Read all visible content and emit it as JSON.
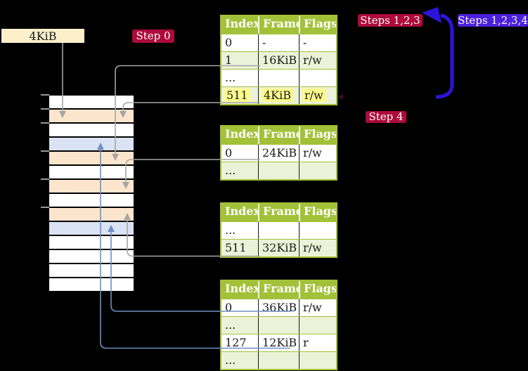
{
  "colors": {
    "background": "#000000",
    "table_green": "#a2c139",
    "row_light_green": "#ecf2d8",
    "row_white": "#ffffff",
    "highlight_yellow": "#fdfa8d",
    "memory_unused": "#ffffff",
    "memory_page_table": "#fce5cd",
    "memory_mapped_page": "#dae3f3",
    "label_cream": "#fbf0ca",
    "badge_crimson": "#ad0b3b",
    "badge_blueviolet": "#4b20dd",
    "arrow_thick_blue": "#2e13d9",
    "connector_gray": "#a6a6a6",
    "connector_blue": "#6d8fc4",
    "tick_gray": "#999999",
    "dark_tick_red": "#4a0916"
  },
  "size_label": {
    "text": "4KiB"
  },
  "badges": {
    "step0": {
      "text": "Step 0",
      "style": "crimson"
    },
    "steps123": {
      "text": "Steps 1,2,3",
      "style": "crimson"
    },
    "steps1234": {
      "text": "Steps 1,2,3,4",
      "style": "blueviolet"
    },
    "step4": {
      "text": "Step 4",
      "style": "crimson"
    }
  },
  "page_tables": [
    {
      "id": "page-table-1",
      "headers": [
        "Index",
        "Frame",
        "Flags"
      ],
      "rows": [
        {
          "cells": [
            "0",
            "-",
            "-"
          ],
          "shaded": false,
          "highlighted": false
        },
        {
          "cells": [
            "1",
            "16KiB",
            "r/w"
          ],
          "shaded": true,
          "highlighted": false
        },
        {
          "cells": [
            "...",
            "",
            ""
          ],
          "shaded": false,
          "highlighted": false
        },
        {
          "cells": [
            "511",
            "4KiB",
            "r/w"
          ],
          "shaded": true,
          "highlighted": true
        }
      ]
    },
    {
      "id": "page-table-2",
      "headers": [
        "Index",
        "Frame",
        "Flags"
      ],
      "rows": [
        {
          "cells": [
            "0",
            "24KiB",
            "r/w"
          ],
          "shaded": false,
          "highlighted": false
        },
        {
          "cells": [
            "...",
            "",
            ""
          ],
          "shaded": true,
          "highlighted": false
        }
      ]
    },
    {
      "id": "page-table-3",
      "headers": [
        "Index",
        "Frame",
        "Flags"
      ],
      "rows": [
        {
          "cells": [
            "...",
            "",
            ""
          ],
          "shaded": false,
          "highlighted": false
        },
        {
          "cells": [
            "511",
            "32KiB",
            "r/w"
          ],
          "shaded": true,
          "highlighted": false
        }
      ]
    },
    {
      "id": "page-table-4",
      "headers": [
        "Index",
        "Frame",
        "Flags"
      ],
      "rows": [
        {
          "cells": [
            "0",
            "36KiB",
            "r/w"
          ],
          "shaded": false,
          "highlighted": false
        },
        {
          "cells": [
            "...",
            "",
            ""
          ],
          "shaded": true,
          "highlighted": false
        },
        {
          "cells": [
            "127",
            "12KiB",
            "r"
          ],
          "shaded": false,
          "highlighted": false
        },
        {
          "cells": [
            "...",
            "",
            ""
          ],
          "shaded": true,
          "highlighted": false
        }
      ]
    }
  ],
  "memory_column": {
    "rows": [
      "unused",
      "page_table",
      "unused",
      "mapped_page",
      "page_table",
      "unused",
      "page_table",
      "unused",
      "page_table",
      "mapped_page",
      "unused",
      "unused",
      "unused",
      "unused"
    ],
    "tick_count": 6
  },
  "connectors": [
    {
      "id": "size-to-row2",
      "from": "size-label",
      "to": "memory-row-2",
      "style": "gray"
    },
    {
      "id": "t1r1-to-row5",
      "from": "page-table-1-row-1",
      "to": "memory-row-5",
      "style": "gray"
    },
    {
      "id": "t1r511-to-row2",
      "from": "page-table-1-row-511",
      "to": "memory-row-2",
      "style": "gray"
    },
    {
      "id": "t2r0-to-row7",
      "from": "page-table-2-row-0",
      "to": "memory-row-7",
      "style": "gray"
    },
    {
      "id": "t3r511-to-row9",
      "from": "page-table-3-row-511",
      "to": "memory-row-9",
      "style": "gray"
    },
    {
      "id": "t4r0-to-row10",
      "from": "page-table-4-row-0",
      "to": "memory-row-10",
      "style": "blue"
    },
    {
      "id": "t4r127-to-row4",
      "from": "page-table-4-row-127",
      "to": "memory-row-4",
      "style": "blue"
    }
  ]
}
